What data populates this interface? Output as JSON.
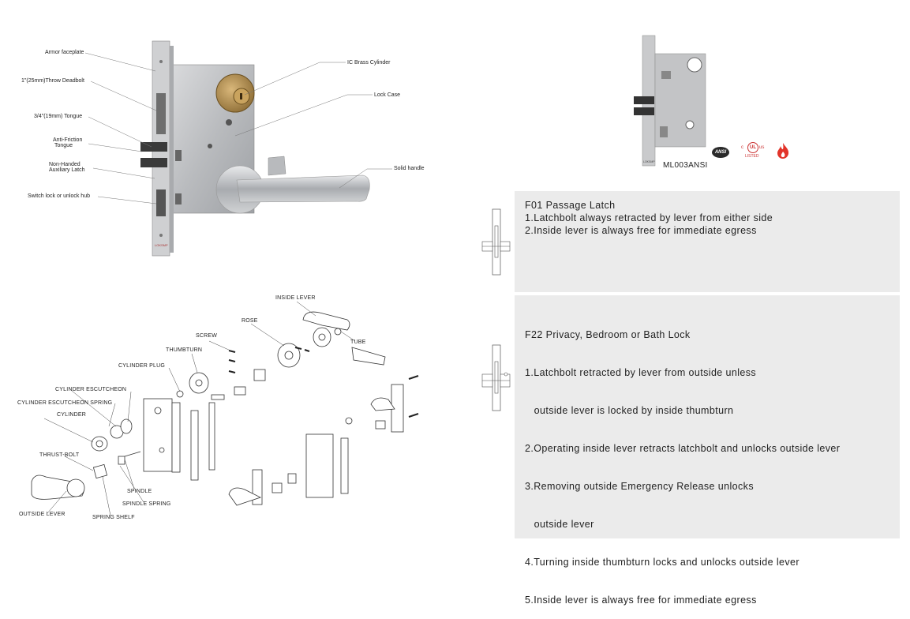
{
  "top_callouts": {
    "armor_faceplate": "Armor faceplate",
    "throw_deadbolt": "1\"(25mm)Throw Deadbolt",
    "tongue": "3/4\"(19mm) Tongue",
    "anti_friction_1": "Anti-Friction",
    "anti_friction_2": "Tongue",
    "non_handed_1": "Non-Handed",
    "non_handed_2": "Auxiliary Latch",
    "switch_hub": "Switch lock or unlock hub",
    "ic_brass": "IC Brass Cylinder",
    "lock_case": "Lock Case",
    "solid_handle": "Solid handle"
  },
  "exploded_labels": {
    "inside_lever": "INSIDE LEVER",
    "rose": "ROSE",
    "screw": "SCREW",
    "tube": "TUBE",
    "thumbturn": "THUMBTURN",
    "cylinder_plug": "CYLINDER PLUG",
    "cylinder_escutcheon": "CYLINDER ESCUTCHEON",
    "cylinder_escutcheon_spring": "CYLINDER ESCUTCHEON SPRING",
    "cylinder": "CYLINDER",
    "thrust_bolt": "THRUST-BOLT",
    "spindle": "SPINDLE",
    "spindle_spring": "SPINDLE SPRING",
    "outside_lever": "OUTSIDE LEVER",
    "spring_shelf": "SPRING SHELF"
  },
  "product": {
    "model": "ML003ANSI",
    "ansi_badge": "ANSI",
    "ul_c": "c",
    "ul_us": "us",
    "ul_mark": "UL",
    "ul_listed": "LISTED",
    "fire_icon": "fire-icon"
  },
  "functions": [
    {
      "title": "F01 Passage Latch",
      "lines": [
        "1.Latchbolt always retracted by lever from either side",
        "2.Inside lever is always free for immediate egress"
      ]
    },
    {
      "title": "F22 Privacy, Bedroom or Bath Lock",
      "lines": [
        "1.Latchbolt retracted by lever from outside unless",
        "   outside lever is locked by inside thumbturn",
        "2.Operating inside lever retracts latchbolt and unlocks outside lever",
        "3.Removing outside Emergency Release unlocks",
        "   outside lever",
        "4.Turning inside thumbturn locks and unlocks outside lever",
        "5.Inside lever is always free for immediate egress"
      ]
    }
  ]
}
